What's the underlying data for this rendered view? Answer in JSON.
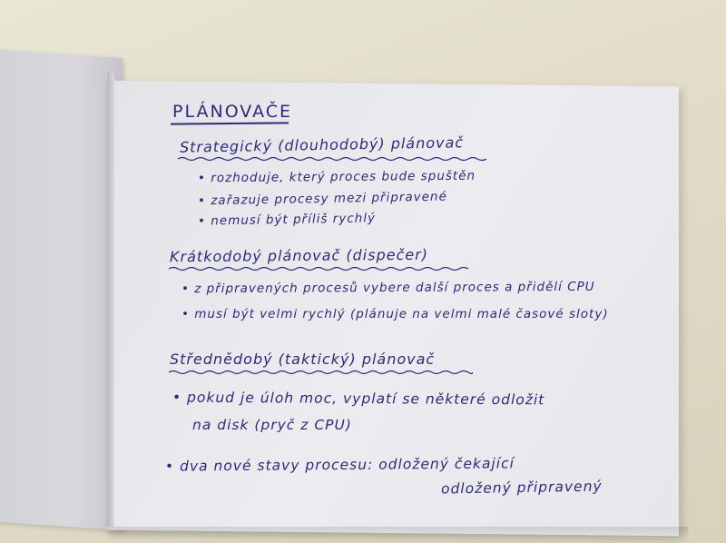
{
  "title": "PLÁNOVAČE",
  "sections": [
    {
      "heading": "Strategický (dlouhodobý) plánovač",
      "bullets": [
        "• rozhoduje, který proces bude spuštěn",
        "• zařazuje procesy mezi připravené",
        "• nemusí být příliš rychlý"
      ]
    },
    {
      "heading": "Krátkodobý plánovač (dispečer)",
      "bullets": [
        "• z připravených procesů vybere další proces a přidělí CPU",
        "• musí být velmi rychlý (plánuje na velmi malé časové sloty)"
      ]
    },
    {
      "heading": "Střednědobý (taktický) plánovač",
      "bullets": [
        "• pokud je úloh moc, vyplatí se některé odložit",
        "na disk (pryč z CPU)",
        "• dva nové stavy procesu: odložený čekající",
        "odložený připravený"
      ]
    }
  ],
  "colors": {
    "ink": "#2c2a7a",
    "paper": "#e9e9ee",
    "background": "#e4dfcc"
  }
}
